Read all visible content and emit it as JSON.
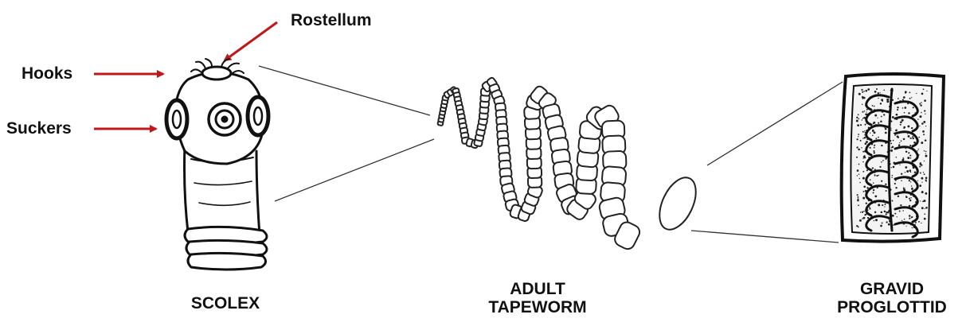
{
  "labels": {
    "rostellum": "Rostellum",
    "hooks": "Hooks",
    "suckers": "Suckers"
  },
  "captions": {
    "scolex": "SCOLEX",
    "adult_line1": "ADULT",
    "adult_line2": "TAPEWORM",
    "gravid_line1": "GRAVID",
    "gravid_line2": "PROGLOTTID"
  },
  "colors": {
    "arrow": "#c01818",
    "ink": "#111111",
    "background": "#ffffff"
  },
  "icons": [
    "scolex-drawing",
    "tapeworm-drawing",
    "single-proglottid-drawing",
    "gravid-proglottid-drawing"
  ]
}
